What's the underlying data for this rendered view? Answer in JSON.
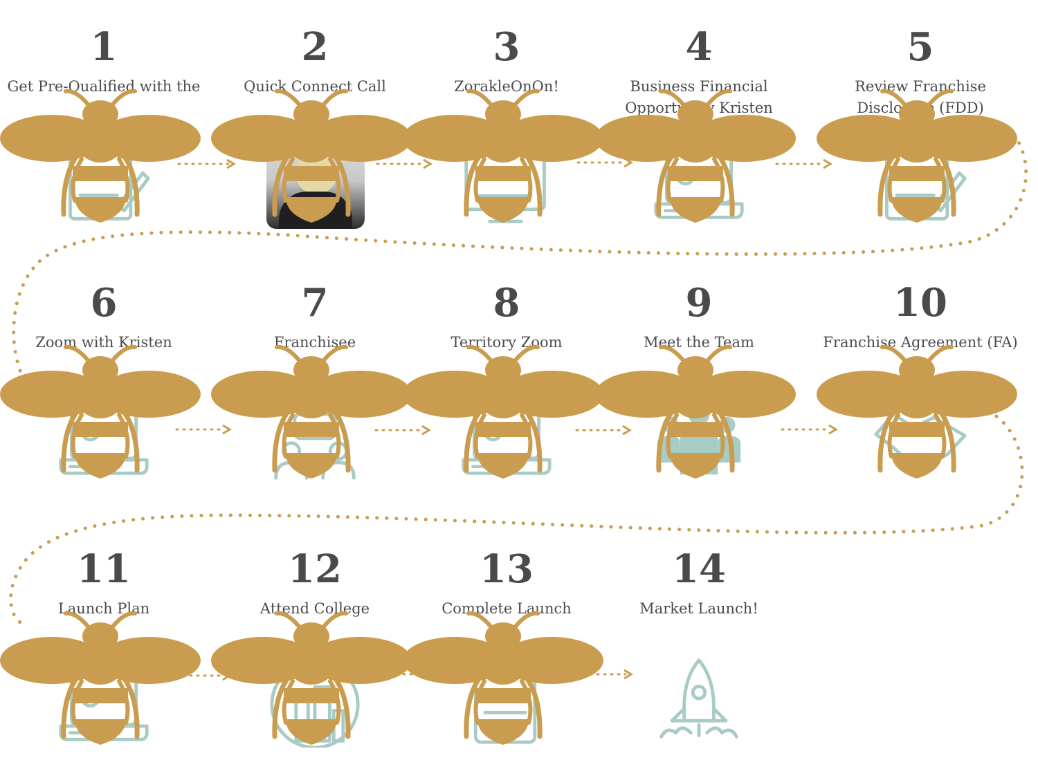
{
  "colors": {
    "gold": "#c99c4f",
    "teal": "#a8cbc6",
    "number": "#4a4a4a",
    "text": "#4a4a4a"
  },
  "steps": [
    {
      "number": "1",
      "label": "Get Pre-Qualified with the",
      "icon": "clipboard-pencil-icon"
    },
    {
      "number": "2",
      "label": "Quick Connect Call",
      "icon": "photo"
    },
    {
      "number": "3",
      "label": "ZorakleOnOn!",
      "icon": "monitor-icon"
    },
    {
      "number": "4",
      "label": "Business Financial Opportunity Kristen",
      "icon": "laptop-video-icon"
    },
    {
      "number": "5",
      "label": "Review Franchise Disclosure (FDD)",
      "icon": "document-pencil-icon"
    },
    {
      "number": "6",
      "label": "Zoom with Kristen",
      "icon": "laptop-video-icon"
    },
    {
      "number": "7",
      "label": "Franchisee",
      "icon": "chat-people-icon"
    },
    {
      "number": "8",
      "label": "Territory Zoom",
      "icon": "laptop-video-icon"
    },
    {
      "number": "9",
      "label": "Meet the Team",
      "icon": "team-icon"
    },
    {
      "number": "10",
      "label": "Franchise Agreement (FA)",
      "icon": "handshake-icon"
    },
    {
      "number": "11",
      "label": "Launch Plan",
      "icon": "laptop-plan-icon"
    },
    {
      "number": "12",
      "label": "Attend College",
      "icon": "city-globe-icon"
    },
    {
      "number": "13",
      "label": "Complete Launch",
      "icon": "checklist-icon"
    },
    {
      "number": "14",
      "label": "Market Launch!",
      "icon": "rocket-icon"
    }
  ]
}
